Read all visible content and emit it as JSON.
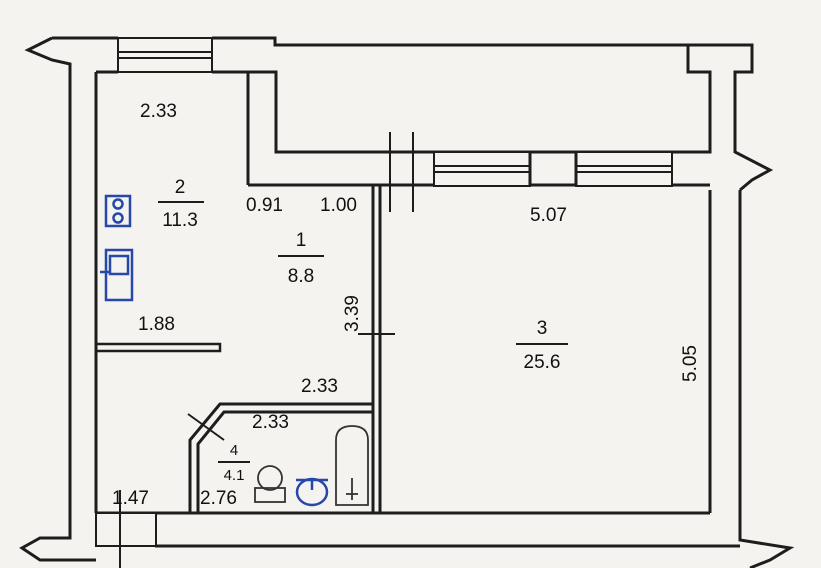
{
  "rooms": [
    {
      "number": "1",
      "area": "8.8"
    },
    {
      "number": "2",
      "area": "11.3"
    },
    {
      "number": "3",
      "area": "25.6"
    },
    {
      "number": "4",
      "area": "4.1"
    }
  ],
  "dimensions": {
    "kitchen_top": "2.33",
    "hall_left": "0.91",
    "hall_right": "1.00",
    "kitchen_mid": "1.88",
    "hall_height": "3.39",
    "bath_outer": "2.33",
    "bath_inner": "2.33",
    "bath_height": "2.76",
    "bottom_left": "1.47",
    "living_width": "5.07",
    "living_height": "5.05"
  },
  "fixtures": [
    "stove-icon",
    "kitchen-sink-icon",
    "toilet-icon",
    "washbasin-icon",
    "bathtub-icon"
  ]
}
